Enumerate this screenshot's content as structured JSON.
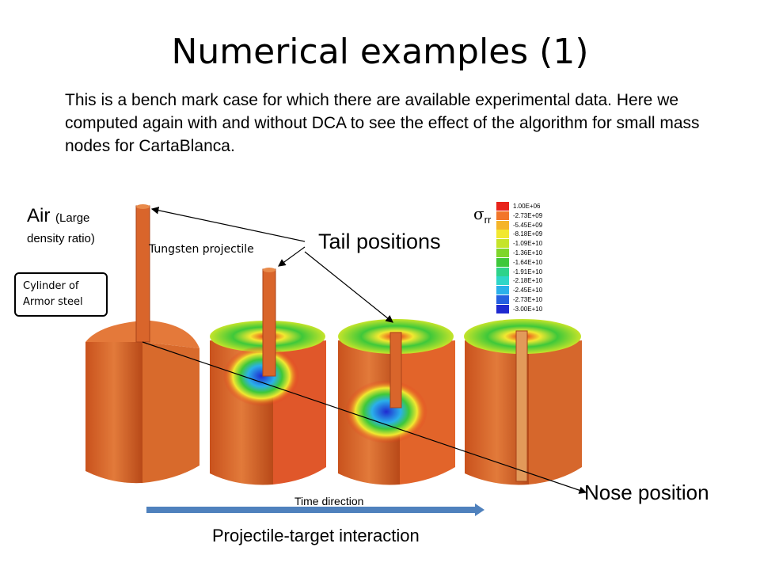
{
  "title": "Numerical examples (1)",
  "intro": "This is a bench mark case for which there are available experimental data. Here we computed again with and without DCA to see the effect of the algorithm for small mass nodes for CartaBlanca.",
  "labels": {
    "air": "Air",
    "air_paren": "(Large",
    "air_sub": "density ratio)",
    "cylinder_line1": "Cylinder of",
    "cylinder_line2": "Armor steel",
    "tungsten": "Tungsten projectile",
    "tail": "Tail positions",
    "nose": "Nose position",
    "time_direction": "Time direction",
    "interaction": "Projectile-target interaction"
  },
  "legend": {
    "symbol": "σ",
    "subscript": "rr",
    "entries": [
      {
        "value": "1.00E+06",
        "color": "#e8231a"
      },
      {
        "value": "-2.73E+09",
        "color": "#f2762a"
      },
      {
        "value": "-5.45E+09",
        "color": "#f5b52a"
      },
      {
        "value": "-8.18E+09",
        "color": "#f2e830"
      },
      {
        "value": "-1.09E+10",
        "color": "#c5e42a"
      },
      {
        "value": "-1.36E+10",
        "color": "#7fd62a"
      },
      {
        "value": "-1.64E+10",
        "color": "#3ec83a"
      },
      {
        "value": "-1.91E+10",
        "color": "#2ed38a"
      },
      {
        "value": "-2.18E+10",
        "color": "#2fd6c8"
      },
      {
        "value": "-2.45E+10",
        "color": "#2ab0ea"
      },
      {
        "value": "-2.73E+10",
        "color": "#2560e0"
      },
      {
        "value": "-3.00E+10",
        "color": "#1f2ad0"
      }
    ]
  },
  "colors": {
    "steel": "#d9642a",
    "steel_dark": "#b44a1a",
    "arrow": "#4f81bd"
  }
}
